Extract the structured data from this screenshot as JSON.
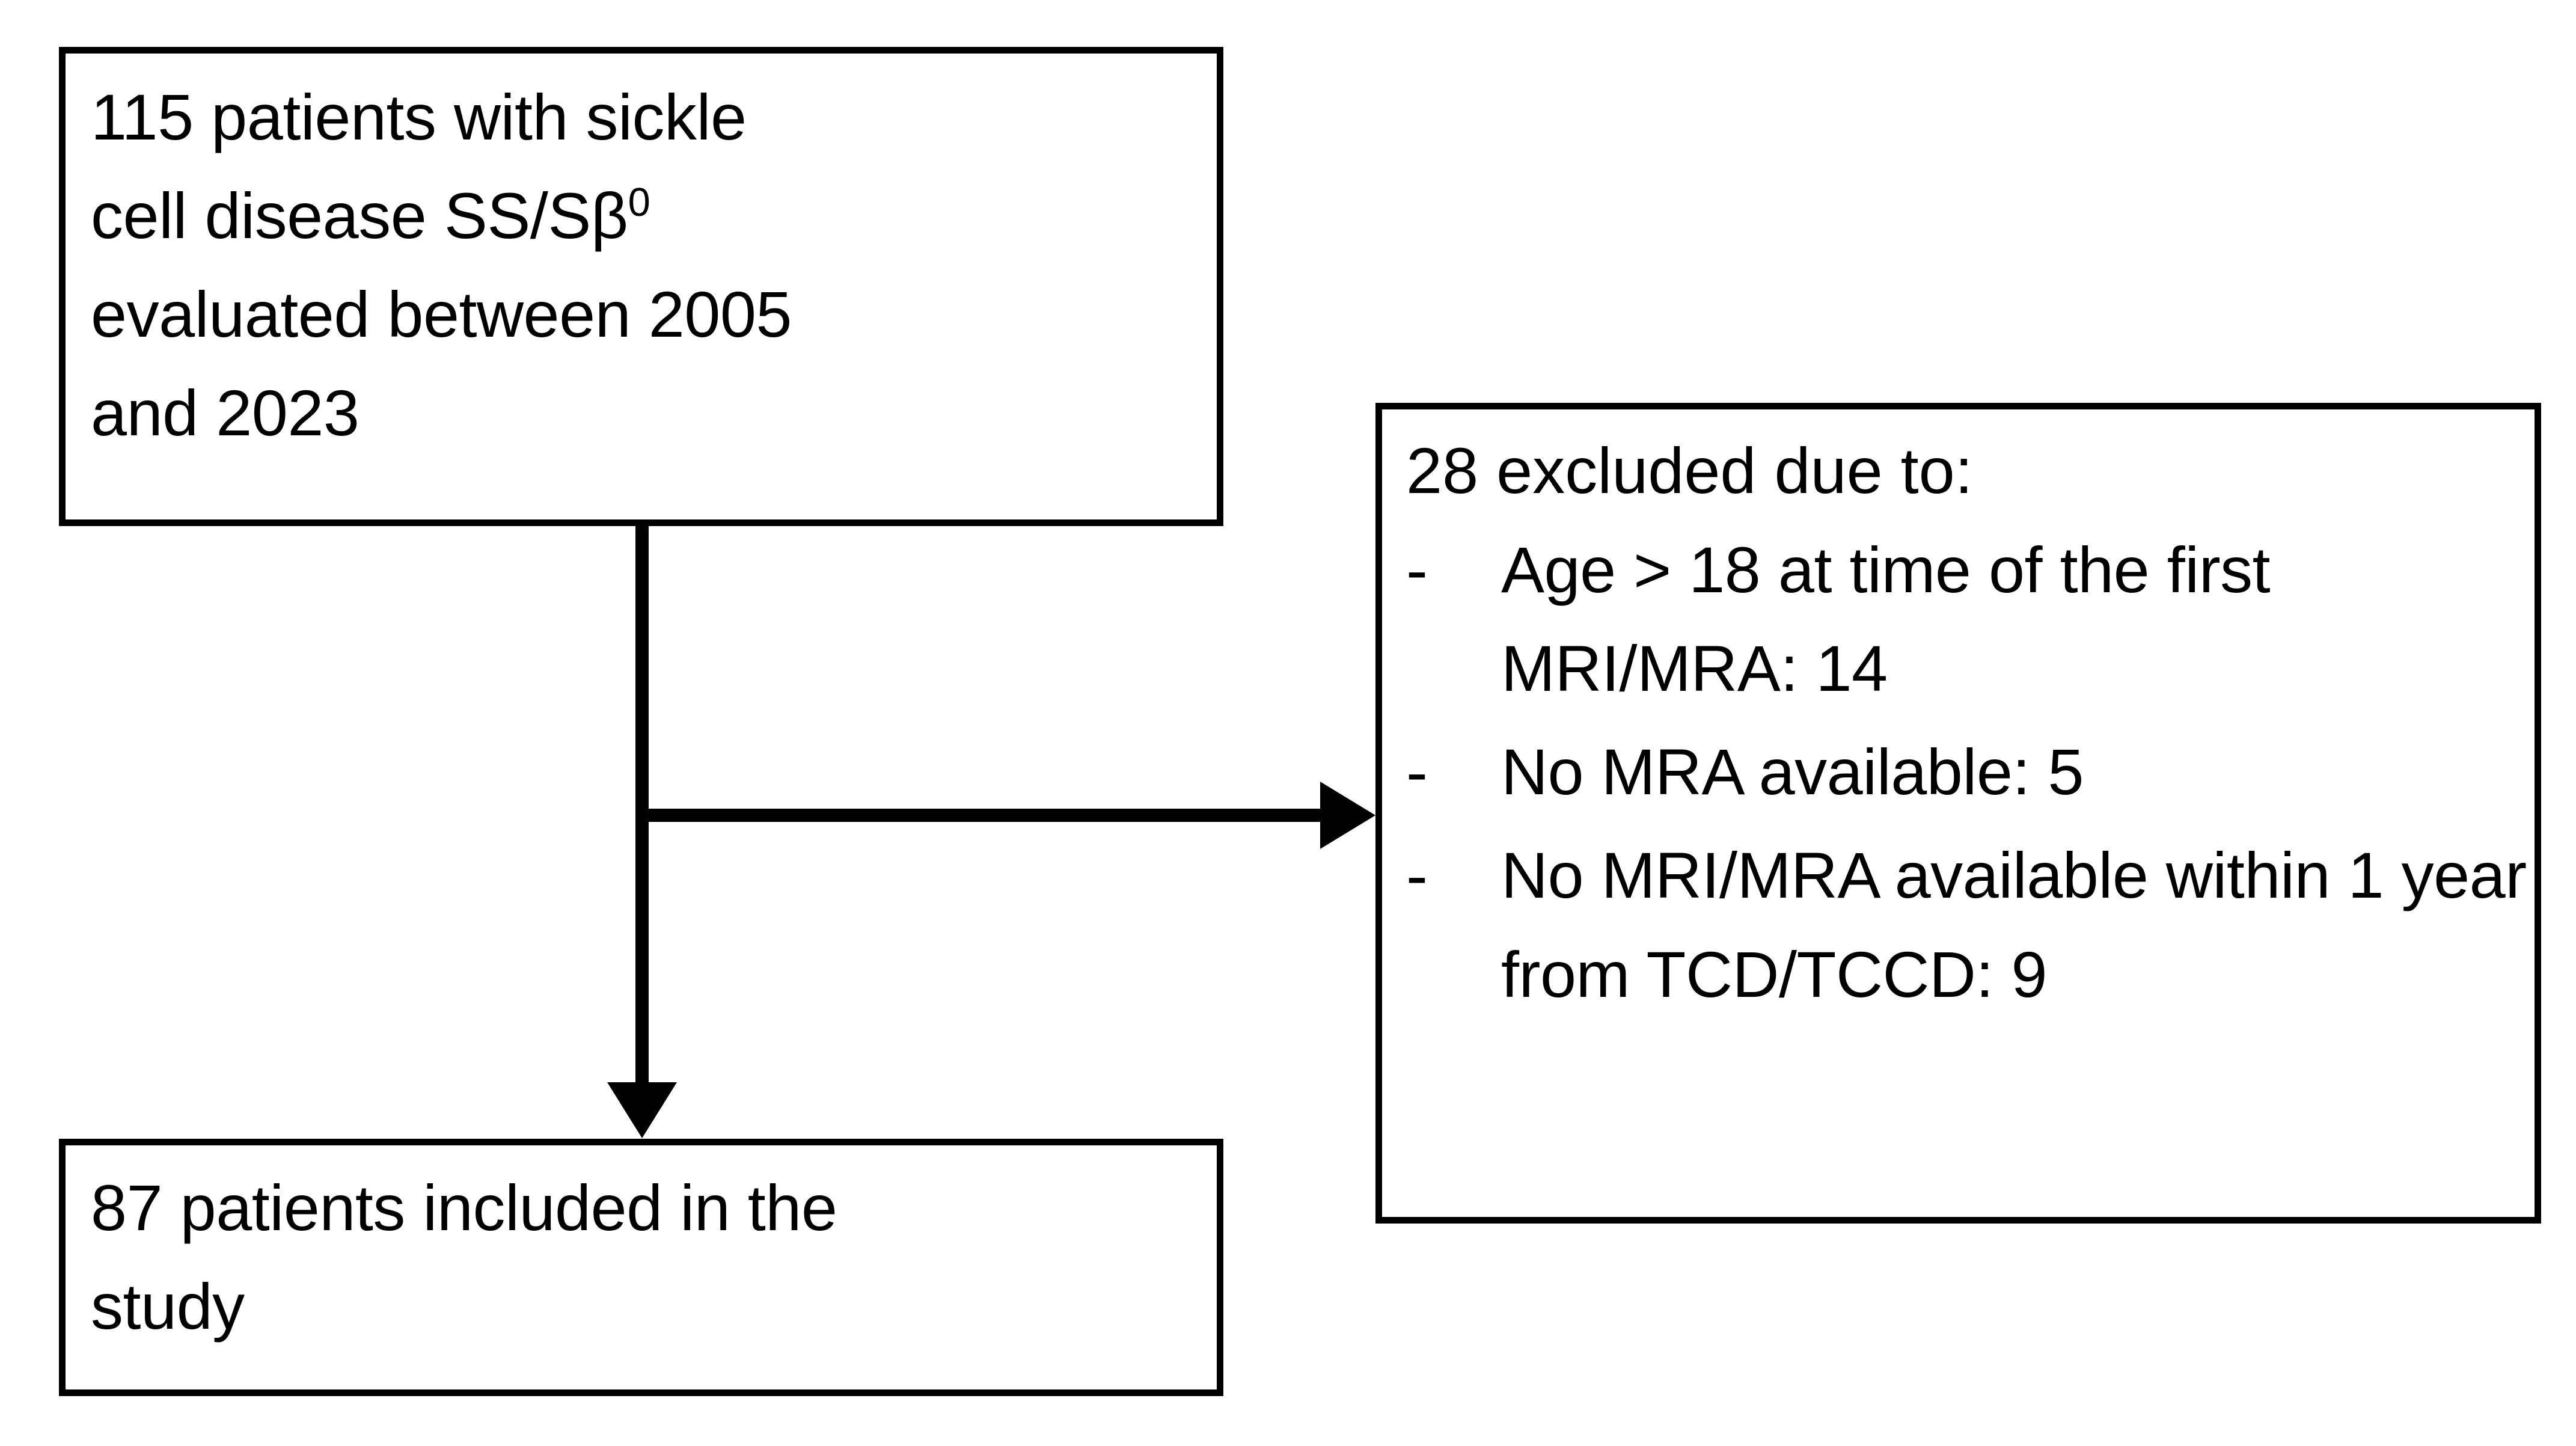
{
  "diagram": {
    "title": "Study population flow diagram",
    "type": "flowchart",
    "stroke_color": "#000000",
    "background_color": "#ffffff"
  },
  "enrolled_box": {
    "name": "enrolled-cohort-box",
    "line1": "115 patients with sickle",
    "line2_prefix": "cell disease SS/S",
    "line2_beta": "β",
    "line2_superscript": "0",
    "line3": "evaluated between 2005",
    "line4": "and 2023",
    "count": 115,
    "full_text": "115 patients with sickle cell disease SS/Sβ0 evaluated between 2005 and 2023"
  },
  "excluded_box": {
    "name": "excluded-patients-box",
    "heading": "28 excluded due to:",
    "count": 28,
    "bullet_marker": "-",
    "items": [
      {
        "label": "Age > 18 at time of the first MRI/MRA: 14",
        "value": 14
      },
      {
        "label": "No MRA available: 5",
        "value": 5
      },
      {
        "label": "No MRI/MRA available within 1 year from TCD/TCCD: 9",
        "value": 9
      }
    ]
  },
  "included_box": {
    "name": "included-patients-box",
    "line1": "87 patients included in the",
    "line2": "study",
    "count": 87,
    "full_text": "87 patients included in the study"
  },
  "connectors": [
    {
      "name": "enrolled-to-included-arrow",
      "direction": "down",
      "arrowhead": true
    },
    {
      "name": "enrolled-to-excluded-arrow",
      "direction": "right",
      "arrowhead": true
    }
  ]
}
